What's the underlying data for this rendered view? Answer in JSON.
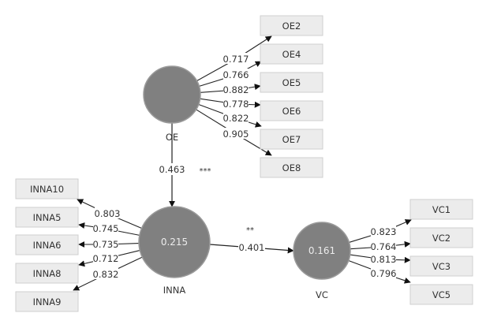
{
  "diagram": {
    "type": "structural-equation-model",
    "colors": {
      "construct_fill": "#808080",
      "construct_stroke": "#9a9a9a",
      "indicator_fill": "#ececec",
      "indicator_stroke": "#cfcfcf",
      "line": "#222222",
      "label_text": "#333333",
      "construct_value_text": "#ececec"
    },
    "constructs": [
      {
        "id": "OE",
        "label": "OE",
        "value": ""
      },
      {
        "id": "INNA",
        "label": "INNA",
        "value": "0.215"
      },
      {
        "id": "VC",
        "label": "VC",
        "value": "0.161"
      }
    ],
    "indicators": {
      "OE": [
        {
          "label": "OE2",
          "loading": "0.717"
        },
        {
          "label": "OE4",
          "loading": "0.766"
        },
        {
          "label": "OE5",
          "loading": "0.882"
        },
        {
          "label": "OE6",
          "loading": "0.778"
        },
        {
          "label": "OE7",
          "loading": "0.822"
        },
        {
          "label": "OE8",
          "loading": "0.905"
        }
      ],
      "INNA": [
        {
          "label": "INNA10",
          "loading": "0.803"
        },
        {
          "label": "INNA5",
          "loading": "0.745"
        },
        {
          "label": "INNA6",
          "loading": "0.735"
        },
        {
          "label": "INNA8",
          "loading": "0.712"
        },
        {
          "label": "INNA9",
          "loading": "0.832"
        }
      ],
      "VC": [
        {
          "label": "VC1",
          "loading": "0.823"
        },
        {
          "label": "VC2",
          "loading": "0.764"
        },
        {
          "label": "VC3",
          "loading": "0.813"
        },
        {
          "label": "VC5",
          "loading": "0.796"
        }
      ]
    },
    "paths": [
      {
        "from": "OE",
        "to": "INNA",
        "coefficient": "0.463",
        "significance": "***"
      },
      {
        "from": "INNA",
        "to": "VC",
        "coefficient": "0.401",
        "significance": "**"
      }
    ]
  }
}
